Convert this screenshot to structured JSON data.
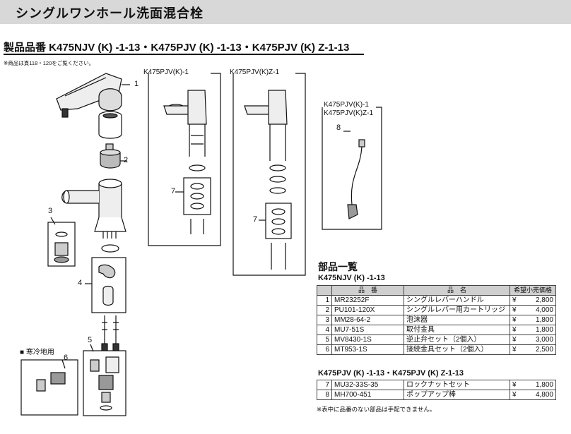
{
  "header": {
    "title": "シングルワンホール洗面混合栓"
  },
  "model_line": "製品品番 K475NJV (K) -1-13・K475PJV (K) -1-13・K475PJV (K) Z-1-13",
  "note_top": "※商品は頁118・120をご覧ください。",
  "diagram": {
    "box_a_label": "K475PJV(K)-1",
    "box_b_label": "K475PJV(K)Z-1",
    "box_c_label_1": "K475PJV(K)-1",
    "box_c_label_2": "K475PJV(K)Z-1",
    "cold_region_label": "■ 寒冷地用",
    "callouts": [
      "1",
      "2",
      "3",
      "4",
      "5",
      "6",
      "7",
      "7",
      "8"
    ]
  },
  "parts": {
    "title": "部品一覧",
    "section1": "K475NJV (K) -1-13",
    "section2": "K475PJV (K) -1-13・K475PJV (K) Z-1-13",
    "columns": [
      "品　番",
      "品　名",
      "希望小売価格"
    ],
    "currency": "¥",
    "rows1": [
      {
        "no": "1",
        "code": "MR23252F",
        "name": "シングルレバーハンドル",
        "price": "2,800"
      },
      {
        "no": "2",
        "code": "PU101-120X",
        "name": "シングルレバー用カートリッジ",
        "price": "4,000"
      },
      {
        "no": "3",
        "code": "MM28-64-2",
        "name": "泡沫器",
        "price": "1,800"
      },
      {
        "no": "4",
        "code": "MU7-51S",
        "name": "取付金具",
        "price": "1,800"
      },
      {
        "no": "5",
        "code": "MV8430-1S",
        "name": "逆止弁セット（2個入）",
        "price": "3,000"
      },
      {
        "no": "6",
        "code": "MT953-1S",
        "name": "接続金具セット（2個入）",
        "price": "2,500"
      }
    ],
    "rows2": [
      {
        "no": "7",
        "code": "MU32-33S-35",
        "name": "ロックナットセット",
        "price": "1,800"
      },
      {
        "no": "8",
        "code": "MH700-451",
        "name": "ポップアップ棒",
        "price": "4,800"
      }
    ]
  },
  "note_bottom": "※表中に品番のない部品は手配できません。"
}
